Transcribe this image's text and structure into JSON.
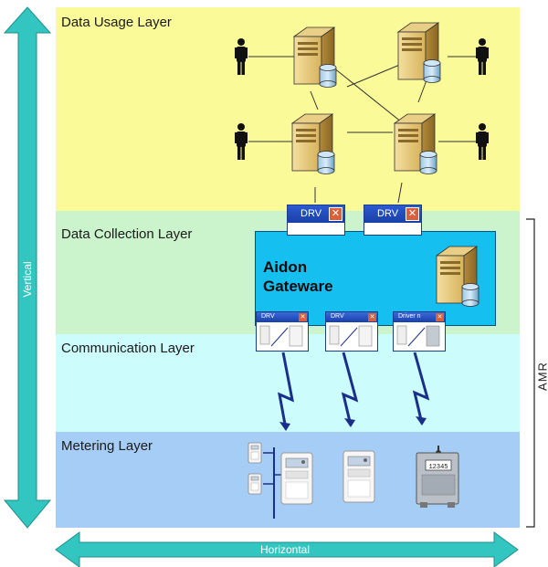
{
  "layers": {
    "usage": "Data Usage Layer",
    "collection": "Data Collection Layer",
    "communication": "Communication Layer",
    "metering": "Metering Layer"
  },
  "gateway": {
    "label": "Aidon Gateware"
  },
  "drivers_top": [
    {
      "title": "DRV",
      "close": "✕"
    },
    {
      "title": "DRV",
      "close": "✕"
    }
  ],
  "drivers_gateway": [
    {
      "title": "DRV",
      "close": "✕"
    },
    {
      "title": "DRV",
      "close": "✕"
    },
    {
      "title": "Driver n",
      "close": "✕"
    }
  ],
  "axes": {
    "vertical": "Vertical",
    "horizontal": "Horizontal",
    "amr": "AMR"
  },
  "meter_display": "12345",
  "colors": {
    "usage": "#fafa99",
    "collection": "#ccf4cc",
    "communication": "#ccfcfc",
    "metering": "#a5cdf5",
    "gateway": "#15c0f0",
    "arrow": "#33c6c0",
    "bolt": "#1a2f8a"
  }
}
